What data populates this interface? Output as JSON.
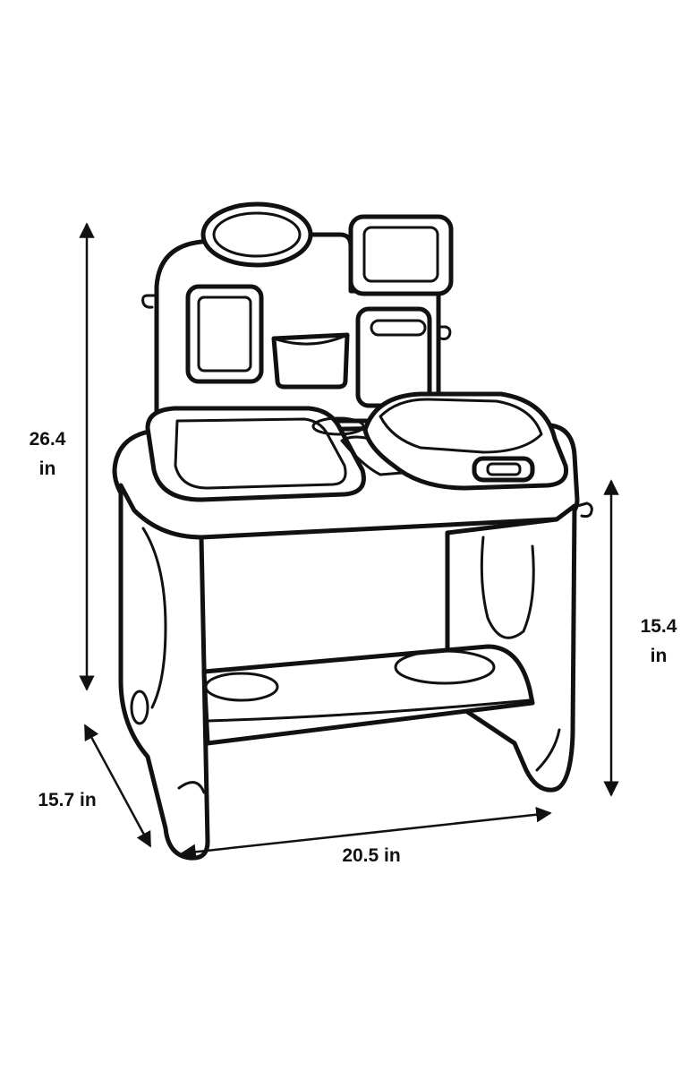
{
  "dimensions": {
    "height": {
      "value": "26.4",
      "unit": "in"
    },
    "tray_height": {
      "value": "15.4",
      "unit": "in"
    },
    "depth": {
      "label": "15.7 in"
    },
    "width": {
      "label": "20.5 in"
    }
  },
  "colors": {
    "line": "#111111",
    "background": "#ffffff"
  }
}
